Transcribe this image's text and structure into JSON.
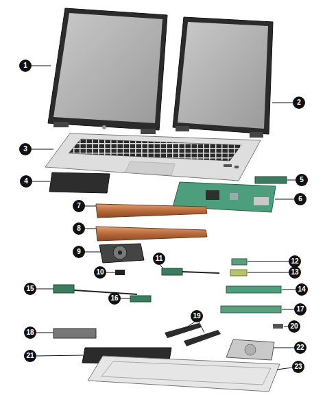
{
  "diagram": {
    "labels": [
      "1",
      "2",
      "3",
      "4",
      "5",
      "6",
      "7",
      "8",
      "9",
      "10",
      "11",
      "12",
      "13",
      "14",
      "15",
      "16",
      "17",
      "18",
      "19",
      "20",
      "21",
      "22",
      "23"
    ]
  }
}
